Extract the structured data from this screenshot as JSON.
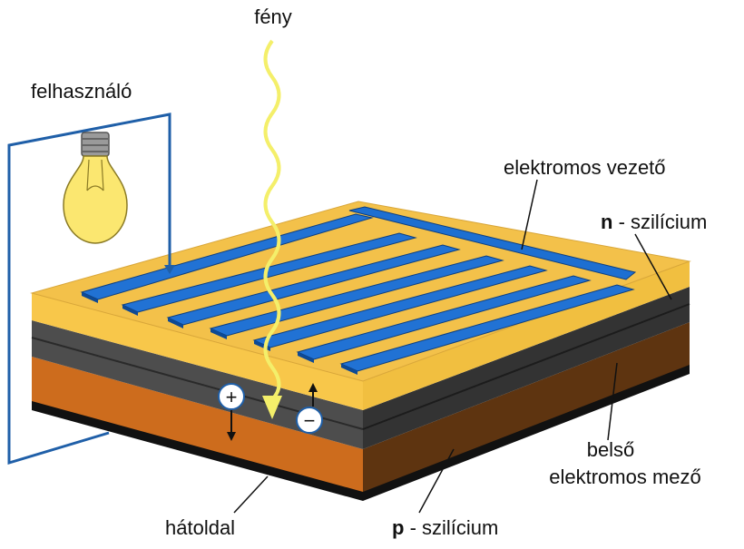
{
  "labels": {
    "light": "fény",
    "user": "felhasználó",
    "conductor": "elektromos vezető",
    "n_bold": "n",
    "n_rest": " - szilícium",
    "field_line1": "belső",
    "field_line2": "elektromos mező",
    "back": "hátoldal",
    "p_bold": "p",
    "p_rest": " - szilícium"
  },
  "charges": {
    "positive": "+",
    "negative": "−"
  },
  "colors": {
    "electrode": "#1e6fd0",
    "n_layer": "#f7c442",
    "junction": "#4a4a4a",
    "p_layer": "#c86a1c",
    "wire": "#1f5fa8",
    "light_ray": "#f4ef6a",
    "bulb": "#fbe770"
  }
}
